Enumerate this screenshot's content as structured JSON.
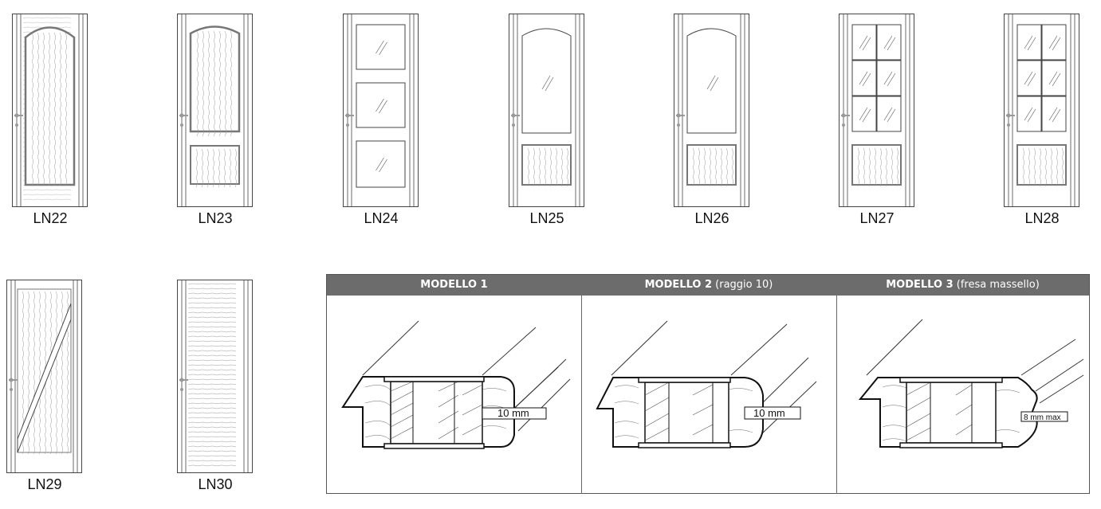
{
  "doors": [
    {
      "code": "LN22",
      "variant": "arch-single"
    },
    {
      "code": "LN23",
      "variant": "arch-two"
    },
    {
      "code": "LN24",
      "variant": "three-glass"
    },
    {
      "code": "LN25",
      "variant": "arch-glass-panel"
    },
    {
      "code": "LN26",
      "variant": "arch-glass-panel"
    },
    {
      "code": "LN27",
      "variant": "grid-glass-panel"
    },
    {
      "code": "LN28",
      "variant": "grid-glass-panel"
    },
    {
      "code": "LN29",
      "variant": "diagonal"
    },
    {
      "code": "LN30",
      "variant": "plain"
    }
  ],
  "profiles": [
    {
      "title": "MODELLO 1",
      "subtitle": "",
      "dimension": "10 mm"
    },
    {
      "title": "MODELLO 2",
      "subtitle": "(raggio 10)",
      "dimension": "10 mm"
    },
    {
      "title": "MODELLO 3",
      "subtitle": "(fresa massello)",
      "dimension": "8 mm max"
    }
  ],
  "colors": {
    "header_bg": "#6c6c6c",
    "line": "#444444",
    "handle": "#999999"
  }
}
